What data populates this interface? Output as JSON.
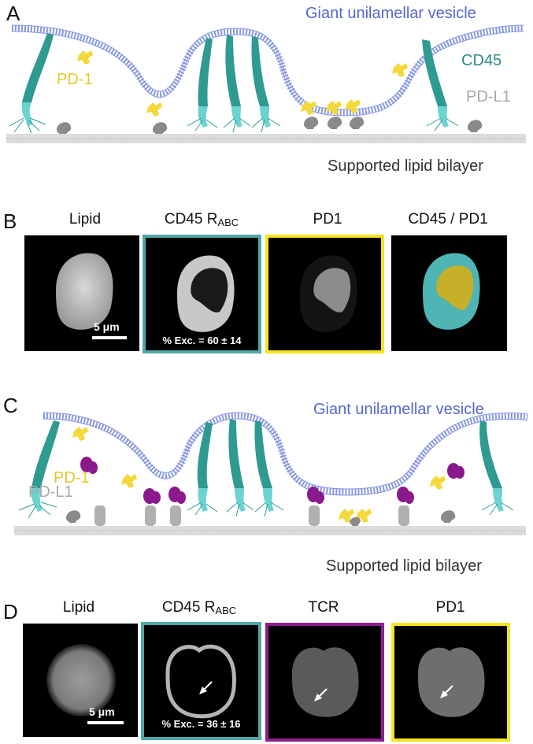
{
  "panelA": {
    "letter": "A",
    "title": "Giant unilamellar vesicle",
    "pd1_label": "PD-1",
    "cd45_label": "CD45",
    "pdl1_label": "PD-L1",
    "bilayer_label": "Supported lipid bilayer"
  },
  "panelB": {
    "letter": "B",
    "titles": {
      "lipid": "Lipid",
      "cd45": "CD45 R",
      "cd45_sub": "ABC",
      "pd1": "PD1",
      "merge": "CD45 / PD1"
    },
    "scale": "5 μm",
    "exclusion": "% Exc. = 60 ± 14"
  },
  "panelC": {
    "letter": "C",
    "title": "Giant unilamellar vesicle",
    "pd1_label": "PD-1",
    "pdl1_label": "PD-L1",
    "bilayer_label": "Supported lipid bilayer"
  },
  "panelD": {
    "letter": "D",
    "titles": {
      "lipid": "Lipid",
      "cd45": "CD45 R",
      "cd45_sub": "ABC",
      "tcr": "TCR",
      "pd1": "PD1"
    },
    "scale": "5 μm",
    "exclusion": "% Exc. = 36 ± 16"
  },
  "colors": {
    "membrane": "#8898e0",
    "cd45": "#2f9a92",
    "cd45_light": "#6cd4d0",
    "pd1": "#f4d93a",
    "pdl1": "#8a8a8a",
    "tcr": "#8a1a8c",
    "cyan_border": "#4fa8a8",
    "yellow_border": "#f6e51e",
    "magenta_border": "#8e1f8e",
    "title_blue": "#5566cc"
  }
}
